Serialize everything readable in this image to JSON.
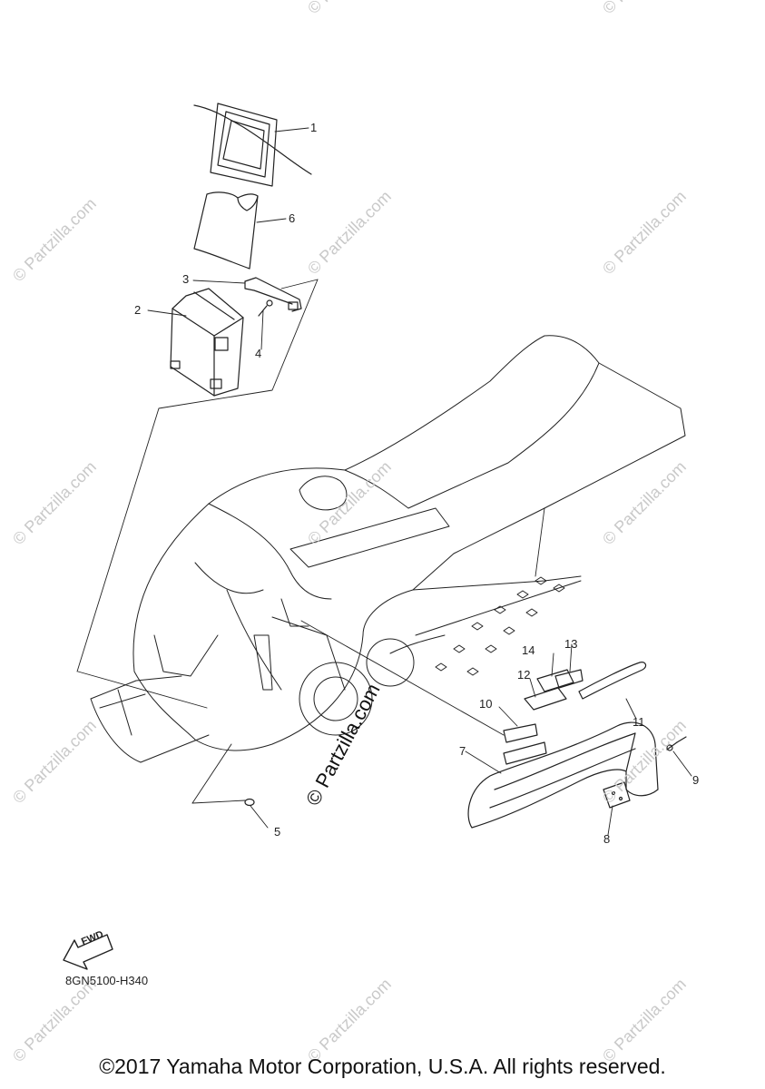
{
  "watermark": "© Partzilla.com",
  "callouts": [
    {
      "id": "1",
      "label": "1"
    },
    {
      "id": "2",
      "label": "2"
    },
    {
      "id": "3",
      "label": "3"
    },
    {
      "id": "4",
      "label": "4"
    },
    {
      "id": "5",
      "label": "5"
    },
    {
      "id": "6",
      "label": "6"
    },
    {
      "id": "7",
      "label": "7"
    },
    {
      "id": "8",
      "label": "8"
    },
    {
      "id": "9",
      "label": "9"
    },
    {
      "id": "10",
      "label": "10"
    },
    {
      "id": "11",
      "label": "11"
    },
    {
      "id": "12",
      "label": "12"
    },
    {
      "id": "13",
      "label": "13"
    },
    {
      "id": "14",
      "label": "14"
    }
  ],
  "fwd_label": "FWD",
  "diagram_code": "8GN5100-H340",
  "copyright": "©2017 Yamaha Motor Corporation, U.S.A. All rights reserved."
}
